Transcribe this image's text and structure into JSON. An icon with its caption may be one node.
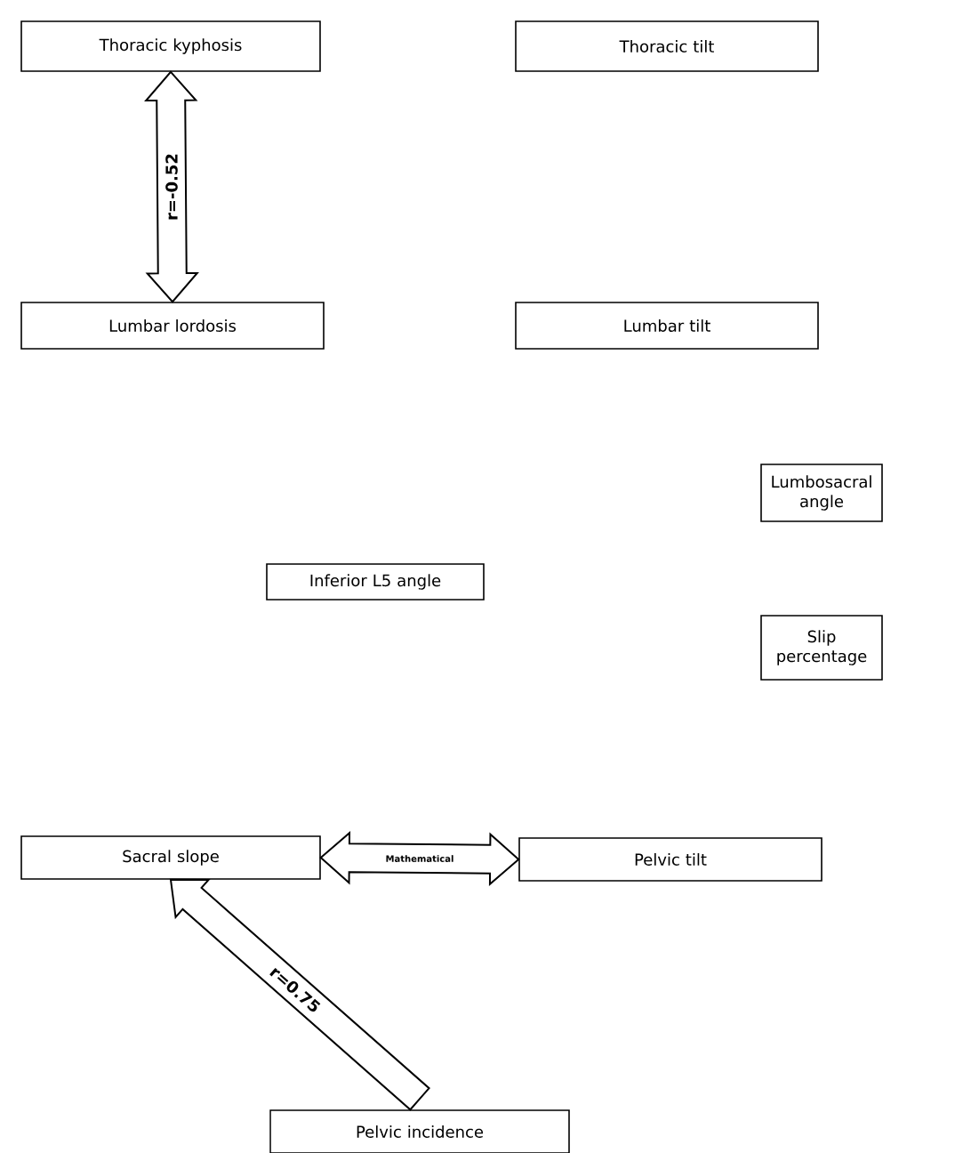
{
  "diagram": {
    "nodes": [
      {
        "text": [
          "Thoracic kyphosis"
        ]
      },
      {
        "text": [
          "Thoracic tilt"
        ]
      },
      {
        "text": [
          "Lumbar lordosis"
        ]
      },
      {
        "text": [
          "Lumbar tilt"
        ]
      },
      {
        "text": [
          "Lumbosacral angle"
        ]
      },
      {
        "text": [
          "Inferior L5 angle"
        ]
      },
      {
        "text": [
          "Slip percentage"
        ]
      },
      {
        "text": [
          "Sacral slope"
        ]
      },
      {
        "text": [
          "Pelvic tilt"
        ]
      },
      {
        "text": [
          "Pelvic incidence"
        ]
      }
    ],
    "edges": [
      {
        "from": 0,
        "to": 2,
        "arrow": "both",
        "label": "r=-0.52"
      },
      {
        "from": 7,
        "to": 8,
        "arrow": "both",
        "label": "Mathematical"
      },
      {
        "from": 9,
        "to": 7,
        "arrow": "to",
        "label": "r=0.75"
      }
    ]
  }
}
